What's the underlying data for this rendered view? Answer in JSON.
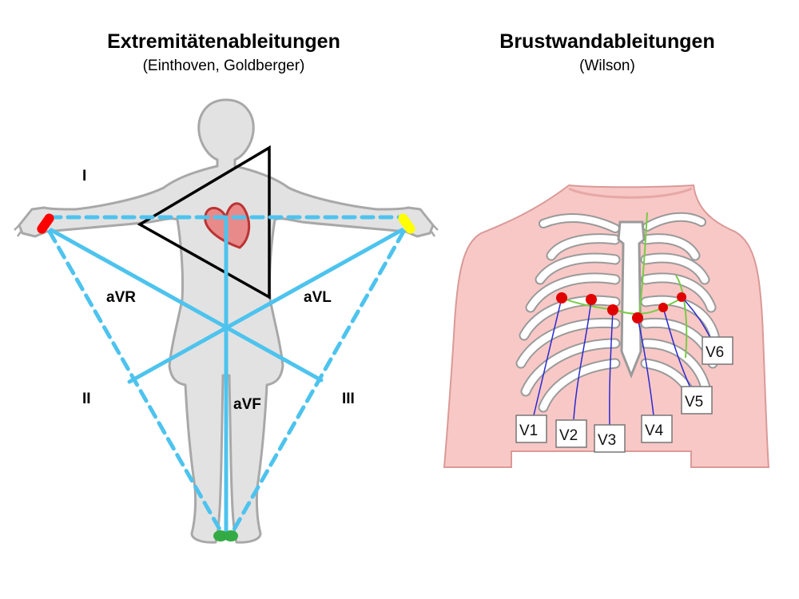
{
  "left": {
    "title": "Extremitätenableitungen",
    "subtitle": "(Einthoven, Goldberger)",
    "leads": {
      "I": "I",
      "II": "II",
      "III": "III",
      "aVR": "aVR",
      "aVL": "aVL",
      "aVF": "aVF"
    }
  },
  "right": {
    "title": "Brustwandableitungen",
    "subtitle": "(Wilson)",
    "leads": [
      "V1",
      "V2",
      "V3",
      "V4",
      "V5",
      "V6"
    ]
  },
  "colors": {
    "lead_lines": "#4dc3ee",
    "triangle": "#000000",
    "body": "#e2e2e2",
    "heart": "#e88a8a",
    "electrode_right_arm": "#ff0000",
    "electrode_left_arm": "#ffff00",
    "electrode_leg": "#33aa44",
    "chest_skin": "#f8c8c6",
    "chest_electrode": "#e00000",
    "chest_wires": "#2a2ad0",
    "ribs": "#ffffff",
    "cartilage_line": "#77cc44"
  }
}
